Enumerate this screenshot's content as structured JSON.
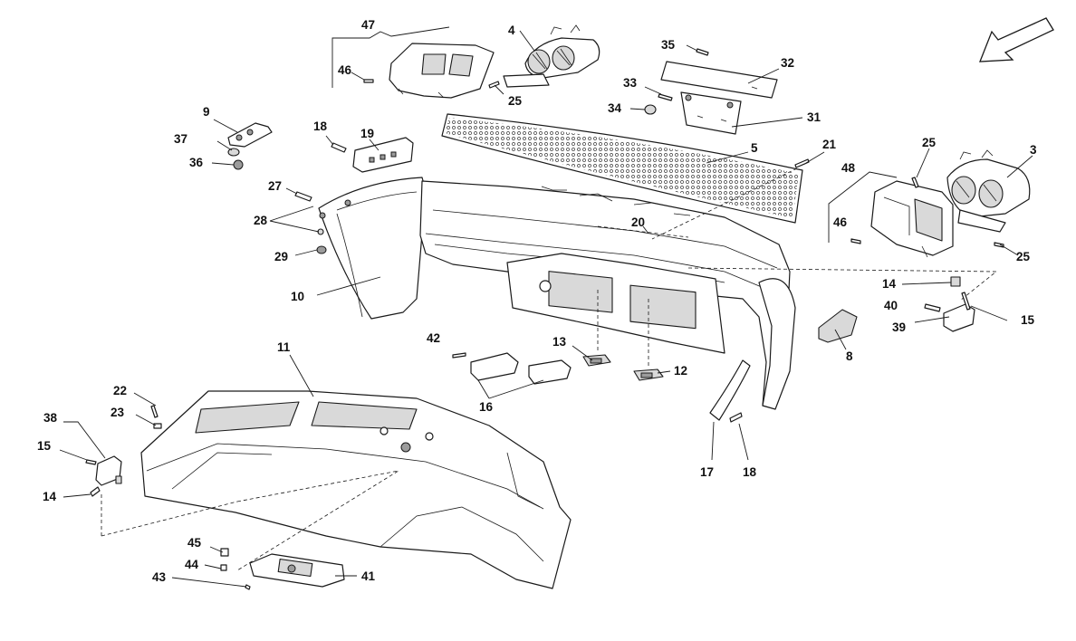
{
  "colors": {
    "line": "#1a1a1a",
    "shade": "#d9d9d9",
    "background": "#ffffff"
  },
  "icons": {
    "direction_arrow": "front-direction-arrow-icon"
  },
  "callouts": [
    {
      "id": "c47a",
      "text": "47"
    },
    {
      "id": "c4",
      "text": "4"
    },
    {
      "id": "c46a",
      "text": "46"
    },
    {
      "id": "c25a",
      "text": "25"
    },
    {
      "id": "c35",
      "text": "35"
    },
    {
      "id": "c32",
      "text": "32"
    },
    {
      "id": "c33",
      "text": "33"
    },
    {
      "id": "c34",
      "text": "34"
    },
    {
      "id": "c31",
      "text": "31"
    },
    {
      "id": "c9",
      "text": "9"
    },
    {
      "id": "c37",
      "text": "37"
    },
    {
      "id": "c36",
      "text": "36"
    },
    {
      "id": "c18a",
      "text": "18"
    },
    {
      "id": "c19",
      "text": "19"
    },
    {
      "id": "c5",
      "text": "5"
    },
    {
      "id": "c21",
      "text": "21"
    },
    {
      "id": "c25b",
      "text": "25"
    },
    {
      "id": "c3",
      "text": "3"
    },
    {
      "id": "c48",
      "text": "48"
    },
    {
      "id": "c27",
      "text": "27"
    },
    {
      "id": "c28",
      "text": "28"
    },
    {
      "id": "c20",
      "text": "20"
    },
    {
      "id": "c29",
      "text": "29"
    },
    {
      "id": "c46b",
      "text": "46"
    },
    {
      "id": "c25c",
      "text": "25"
    },
    {
      "id": "c10",
      "text": "10"
    },
    {
      "id": "c14a",
      "text": "14"
    },
    {
      "id": "c40",
      "text": "40"
    },
    {
      "id": "c15a",
      "text": "15"
    },
    {
      "id": "c39",
      "text": "39"
    },
    {
      "id": "c8",
      "text": "8"
    },
    {
      "id": "c11",
      "text": "11"
    },
    {
      "id": "c42",
      "text": "42"
    },
    {
      "id": "c13",
      "text": "13"
    },
    {
      "id": "c12",
      "text": "12"
    },
    {
      "id": "c22",
      "text": "22"
    },
    {
      "id": "c23",
      "text": "23"
    },
    {
      "id": "c16",
      "text": "16"
    },
    {
      "id": "c38",
      "text": "38"
    },
    {
      "id": "c15b",
      "text": "15"
    },
    {
      "id": "c14b",
      "text": "14"
    },
    {
      "id": "c17",
      "text": "17"
    },
    {
      "id": "c18b",
      "text": "18"
    },
    {
      "id": "c45",
      "text": "45"
    },
    {
      "id": "c44",
      "text": "44"
    },
    {
      "id": "c41",
      "text": "41"
    },
    {
      "id": "c43",
      "text": "43"
    }
  ]
}
